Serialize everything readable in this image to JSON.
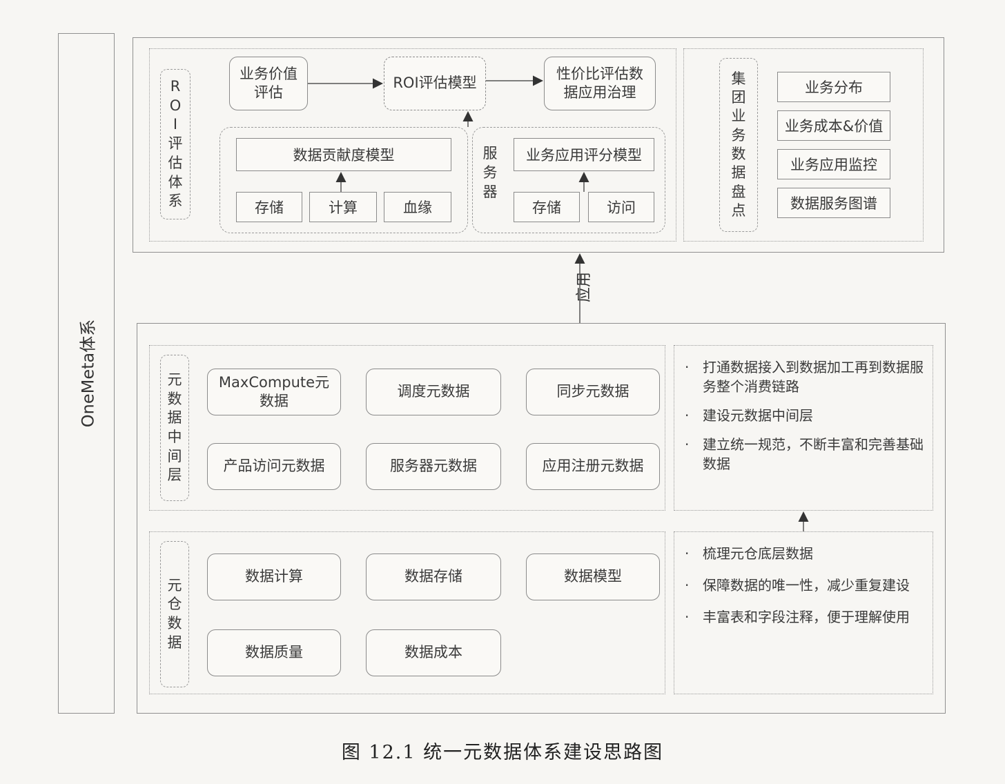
{
  "onemeta_label": "OneMeta体系",
  "roi": {
    "side_label": [
      "R",
      "O",
      "I",
      "评",
      "估",
      "体",
      "系"
    ],
    "business_value": "业务价值评估",
    "roi_model": "ROI评估模型",
    "cost_perf": "性价比评估数据应用治理",
    "contribution_model": "数据贡献度模型",
    "contribution_items": [
      "存储",
      "计算",
      "血缘"
    ],
    "server_label": [
      "服",
      "务",
      "器"
    ],
    "app_score_model": "业务应用评分模型",
    "app_score_items": [
      "存储",
      "访问"
    ]
  },
  "inventory": {
    "side_label": [
      "集",
      "团",
      "业",
      "务",
      "数",
      "据",
      "盘",
      "点"
    ],
    "items": [
      "业务分布",
      "业务成本&价值",
      "业务应用监控",
      "数据服务图谱"
    ]
  },
  "apply_label": "应用",
  "middle_layer": {
    "side_label": [
      "元",
      "数",
      "据",
      "中",
      "间",
      "层"
    ],
    "boxes": [
      "MaxCompute元数据",
      "调度元数据",
      "同步元数据",
      "产品访问元数据",
      "服务器元数据",
      "应用注册元数据"
    ],
    "bullets": [
      "打通数据接入到数据加工再到数据服务整个消费链路",
      "建设元数据中间层",
      "建立统一规范，不断丰富和完善基础数据"
    ]
  },
  "warehouse": {
    "side_label": [
      "元",
      "仓",
      "数",
      "据"
    ],
    "boxes": [
      "数据计算",
      "数据存储",
      "数据模型",
      "数据质量",
      "数据成本"
    ],
    "bullets": [
      "梳理元仓底层数据",
      "保障数据的唯一性，减少重复建设",
      "丰富表和字段注释，便于理解使用"
    ]
  },
  "caption": "图 12.1   统一元数据体系建设思路图"
}
